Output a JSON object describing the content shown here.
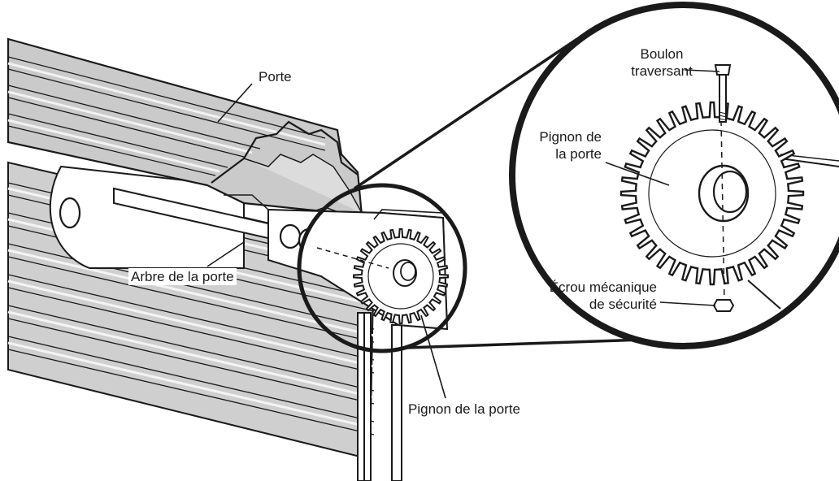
{
  "labels": {
    "porte": "Porte",
    "arbre": "Arbre de la porte",
    "pignon_small": "Pignon de la porte",
    "boulon_line1": "Boulon",
    "boulon_line2": "traversant",
    "pignon_big_line1": "Pignon de",
    "pignon_big_line2": "la porte",
    "ecrou_line1": "Écrou mécanique",
    "ecrou_line2": "de sécurité"
  },
  "colors": {
    "ink": "#1a1a1a",
    "door_fill": "#c8c8c8",
    "door_light": "#e2e2e2",
    "paper": "#ffffff"
  }
}
